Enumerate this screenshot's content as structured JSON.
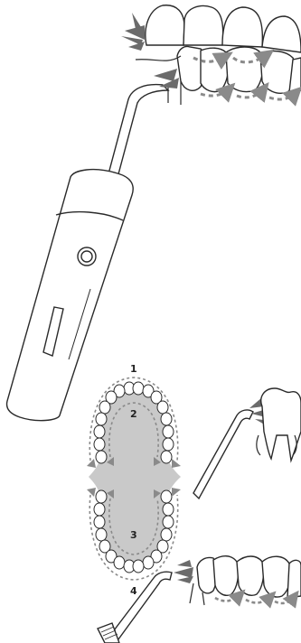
{
  "labels": {
    "zone_1": "1",
    "zone_2": "2",
    "zone_3": "3",
    "zone_4": "4"
  },
  "icons": {
    "flosser": "oral-irrigator-icon",
    "spray": "water-jet-icon",
    "path": "dashed-arrow-path-icon"
  },
  "colors": {
    "stroke": "#2a2a2a",
    "jet": "#6b6b6b",
    "path_arrow": "#8a8a8a",
    "mouth_fill": "#c9c9c9"
  }
}
